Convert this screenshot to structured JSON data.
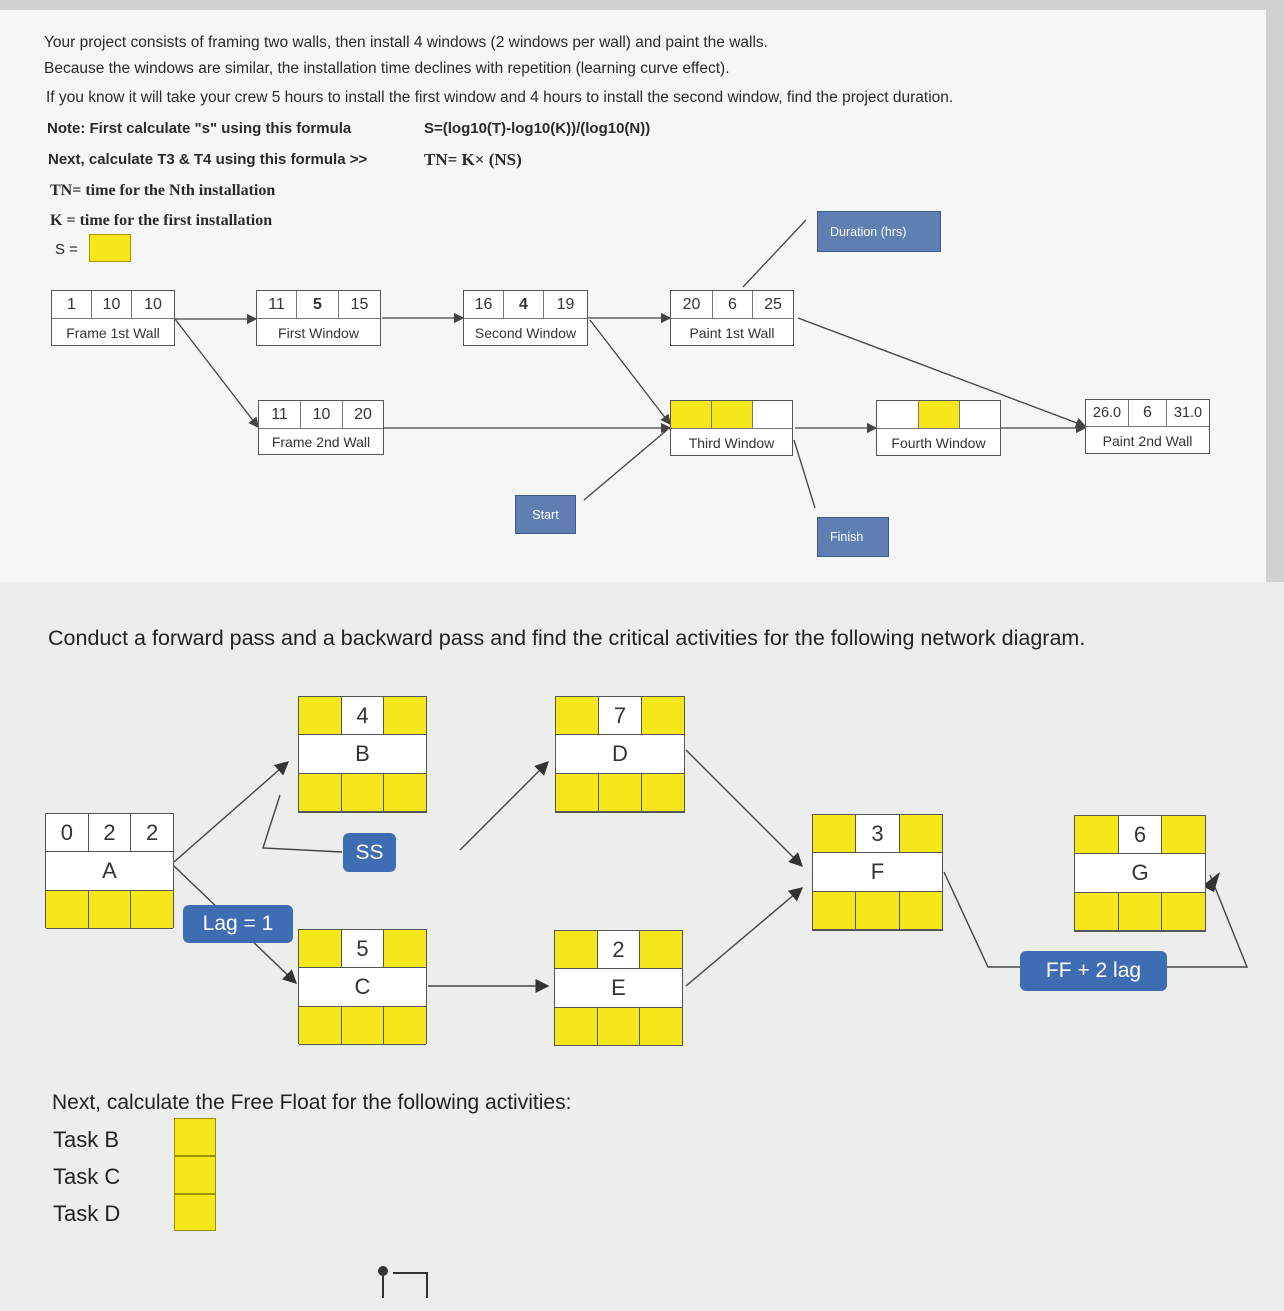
{
  "top": {
    "line1": "Your project consists of framing two walls, then install 4 windows (2 windows per wall) and paint the walls.",
    "line2": "Because the windows are similar, the installation time declines with repetition (learning curve effect).",
    "line3": "If you know it will take your crew 5 hours to install the first window and 4 hours to install the second window, find the project duration.",
    "note_label": "Note: First calculate \"s\" using this formula",
    "note_formula": "S=(log10(T)-log10(K))/(log10(N))",
    "next_label": "Next, calculate T3 & T4 using this formula >>",
    "next_formula": "TN= K× (NS)",
    "tn_def": "TN= time for the Nth installation",
    "k_def": "K = time for the first installation",
    "s_label": "S =",
    "duration_callout": "Duration (hrs)",
    "start_callout": "Start",
    "finish_callout": "Finish",
    "activities": [
      {
        "es": "1",
        "dur": "10",
        "ef": "10",
        "name": "Frame 1st Wall"
      },
      {
        "es": "11",
        "dur": "5",
        "ef": "15",
        "name": "First Window"
      },
      {
        "es": "16",
        "dur": "4",
        "ef": "19",
        "name": "Second Window"
      },
      {
        "es": "20",
        "dur": "6",
        "ef": "25",
        "name": "Paint 1st Wall"
      },
      {
        "es": "11",
        "dur": "10",
        "ef": "20",
        "name": "Frame 2nd Wall"
      },
      {
        "es": "",
        "dur": "",
        "ef": "",
        "name": "Third Window"
      },
      {
        "es": "",
        "dur": "",
        "ef": "",
        "name": "Fourth Window"
      },
      {
        "es": "26.0",
        "dur": "6",
        "ef": "31.0",
        "name": "Paint 2nd Wall"
      }
    ]
  },
  "bottom": {
    "heading": "Conduct a forward pass and a backward pass and find the critical activities for the following network diagram.",
    "nodes": [
      {
        "name": "A",
        "top": [
          "0",
          "2",
          "2"
        ]
      },
      {
        "name": "B",
        "top": [
          "",
          "4",
          ""
        ]
      },
      {
        "name": "C",
        "top": [
          "",
          "5",
          ""
        ]
      },
      {
        "name": "D",
        "top": [
          "",
          "7",
          ""
        ]
      },
      {
        "name": "E",
        "top": [
          "",
          "2",
          ""
        ]
      },
      {
        "name": "F",
        "top": [
          "",
          "3",
          ""
        ]
      },
      {
        "name": "G",
        "top": [
          "",
          "6",
          ""
        ]
      }
    ],
    "ss_label": "SS",
    "lag_label": "Lag = 1",
    "ff_label": "FF + 2 lag",
    "free_float_heading": "Next, calculate the Free Float for the following activities:",
    "tasks": [
      "Task B",
      "Task C",
      "Task D"
    ]
  },
  "colors": {
    "highlight": "#f5e71a",
    "callout": "#5f7fb3",
    "button": "#3f6db3"
  }
}
